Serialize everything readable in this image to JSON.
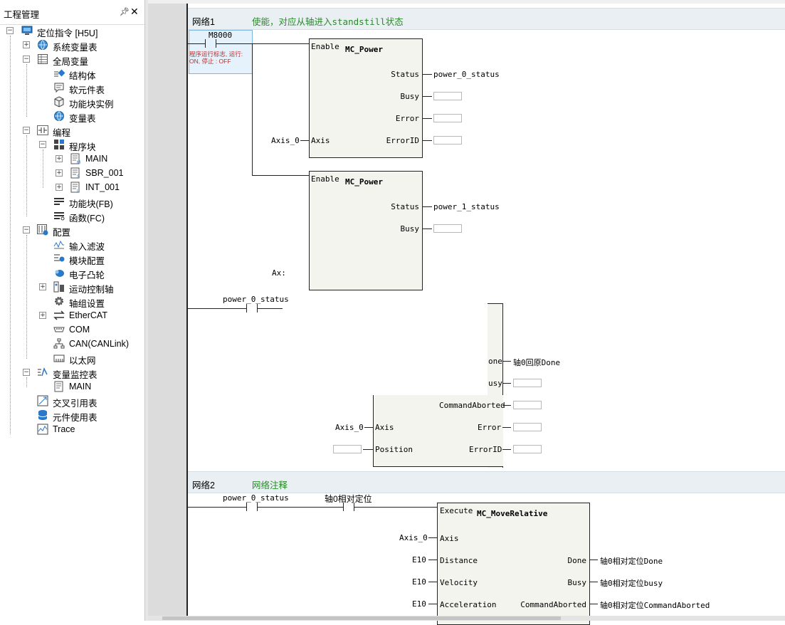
{
  "panel": {
    "title": "工程管理",
    "pin": "ᵖ",
    "close": "✕",
    "tree": {
      "root": "定位指令 [H5U]",
      "sysvar": "系统变量表",
      "globalvar": "全局变量",
      "struct": "结构体",
      "softelem": "软元件表",
      "fbinst": "功能块实例",
      "vartable": "变量表",
      "programming": "编程",
      "progblock": "程序块",
      "main": "MAIN",
      "sbr": "SBR_001",
      "intr": "INT_001",
      "fblock": "功能块(FB)",
      "func": "函数(FC)",
      "config": "配置",
      "inputfilter": "输入滤波",
      "moduleconfig": "模块配置",
      "ecam": "电子凸轮",
      "motionaxis": "运动控制轴",
      "axisgroup": "轴组设置",
      "ethercat": "EtherCAT",
      "com": "COM",
      "canlink": "CAN(CANLink)",
      "ethernet": "以太网",
      "varmonitor": "变量监控表",
      "monmain": "MAIN",
      "crossref": "交叉引用表",
      "elemusage": "元件使用表",
      "trace": "Trace"
    }
  },
  "net1": {
    "name": "网络1",
    "comment": "使能，对应从轴进入standstill状态",
    "m8000": "M8000",
    "m8000_note": "程序运行标志, 运行: ON, 停止 : OFF",
    "fb1": {
      "title": "MC_Power",
      "enable": "Enable",
      "status": "Status",
      "busy": "Busy",
      "error": "Error",
      "errorid": "ErrorID",
      "axis": "Axis",
      "axis_var": "Axis_0",
      "status_var": "power_0_status"
    },
    "fb2": {
      "title": "MC_Power",
      "enable": "Enable",
      "status": "Status",
      "busy": "Busy",
      "status_var": "power_1_status"
    },
    "ax_partial": "Ax:",
    "contact_var": "power_0_status",
    "home_fb": {
      "done": "one",
      "done_var": "轴0回原Done",
      "busy": "usy",
      "aborted": "CommandAborted",
      "axis": "Axis",
      "axis_var": "Axis_0",
      "error": "Error",
      "position": "Position",
      "errorid": "ErrorID"
    }
  },
  "net2": {
    "name": "网络2",
    "comment": "网络注释",
    "contact1": "power_0_status",
    "contact2": "轴0相对定位",
    "fb": {
      "title": "MC_MoveRelative",
      "execute": "Execute",
      "axis": "Axis",
      "axis_var": "Axis_0",
      "distance": "Distance",
      "distance_var": "E10",
      "velocity": "Velocity",
      "velocity_var": "E10",
      "acceleration": "Acceleration",
      "acceleration_var": "E10",
      "done": "Done",
      "done_var": "轴0相对定位Done",
      "busy": "Busy",
      "busy_var": "轴0相对定位busy",
      "aborted": "CommandAborted",
      "aborted_var": "轴0相对定位CommandAborted"
    }
  }
}
